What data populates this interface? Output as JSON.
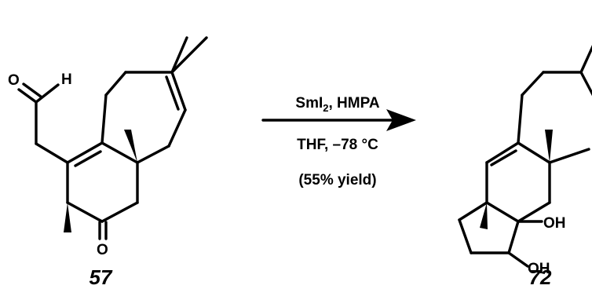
{
  "reaction": {
    "reagent": "SmI",
    "reagent_subscript": "2",
    "reagent_rest": ", HMPA",
    "conditions_line_2": "THF, –78 °C",
    "conditions_line_3": "(55% yield)"
  },
  "starting_material": {
    "label": "57",
    "atoms": {
      "aldehyde_o": "O",
      "aldehyde_h": "H",
      "ketone_o": "O"
    }
  },
  "product": {
    "label": "72",
    "atoms": {
      "oh_upper": "OH",
      "oh_lower": "OH"
    }
  },
  "colors": {
    "ink": "#000000",
    "background": "#ffffff"
  }
}
